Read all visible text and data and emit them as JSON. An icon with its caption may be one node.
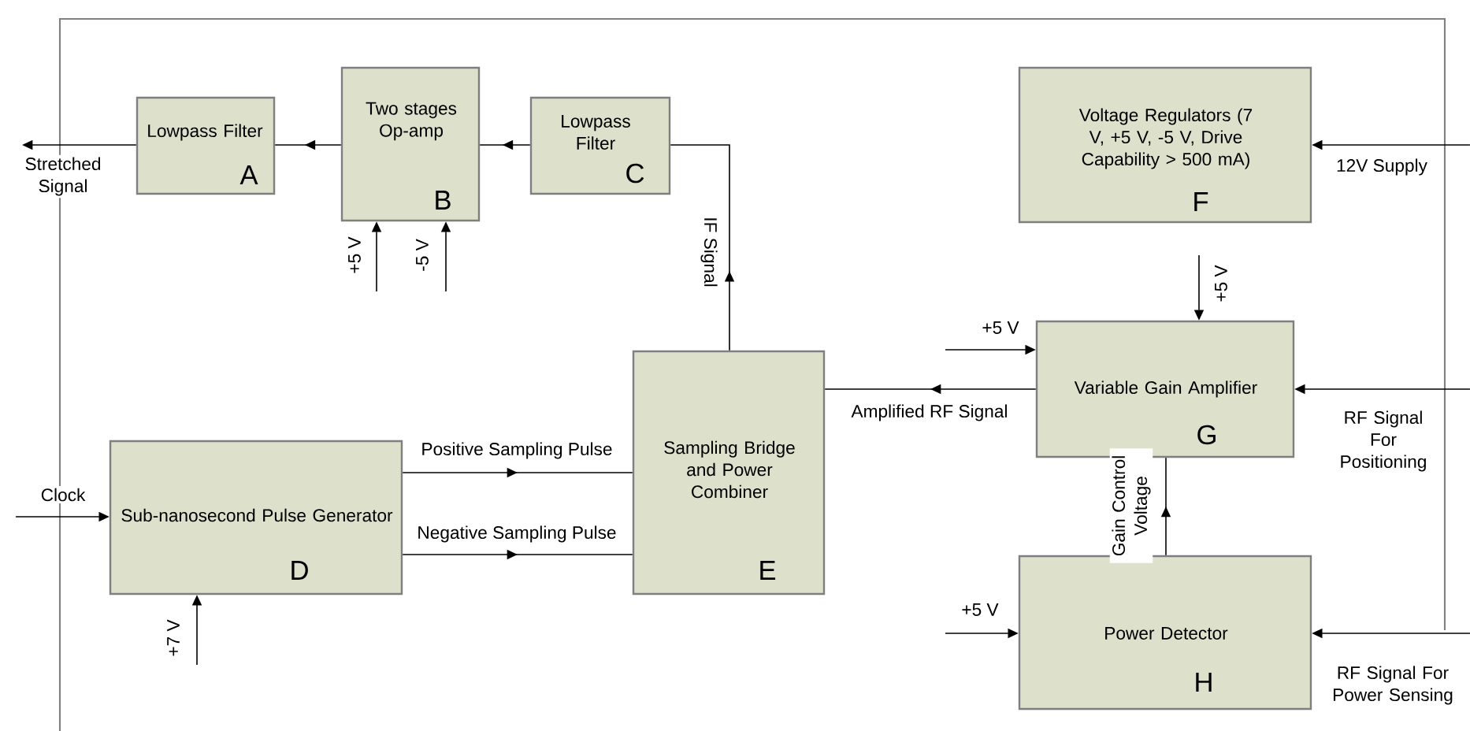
{
  "diagram": {
    "nodes": [
      {
        "text": [
          "Lowpass Filter",
          "A"
        ]
      },
      {
        "text": [
          "Two stages Op-amp",
          "B"
        ]
      },
      {
        "text": [
          "Lowpass Filter",
          "C"
        ]
      },
      {
        "text": [
          "Sub-nanosecond Pulse Generator",
          "D"
        ]
      },
      {
        "text": [
          "Sampling Bridge and Power Combiner",
          "E"
        ]
      },
      {
        "text": [
          "Voltage Regulators (7 V, +5 V, -5 V, Drive Capability > 500 mA)",
          "F"
        ]
      },
      {
        "text": [
          "Variable Gain Amplifier",
          "G"
        ]
      },
      {
        "text": [
          "Power Detector",
          "H"
        ]
      }
    ],
    "edges": [
      {
        "from": 0,
        "to": null,
        "arrow": "to",
        "label": "Stretched Signal"
      },
      {
        "from": 1,
        "to": 0,
        "arrow": "to"
      },
      {
        "from": 2,
        "to": 1,
        "arrow": "to"
      },
      {
        "from": 4,
        "to": 2,
        "arrow": "to",
        "label": "IF Signal"
      },
      {
        "from": null,
        "to": 1,
        "arrow": "to",
        "label": "+5 V"
      },
      {
        "from": null,
        "to": 1,
        "arrow": "to",
        "label": "-5 V"
      },
      {
        "from": null,
        "to": 3,
        "arrow": "to",
        "label": "Clock"
      },
      {
        "from": null,
        "to": 3,
        "arrow": "to",
        "label": "+7 V"
      },
      {
        "from": 3,
        "to": 4,
        "arrow": "to",
        "label": "Positive Sampling Pulse"
      },
      {
        "from": 3,
        "to": 4,
        "arrow": "to",
        "label": "Negative Sampling Pulse"
      },
      {
        "from": 6,
        "to": 4,
        "arrow": "to",
        "label": "Amplified RF Signal"
      },
      {
        "from": null,
        "to": 6,
        "arrow": "to",
        "label": "+5 V"
      },
      {
        "from": null,
        "to": 6,
        "arrow": "to",
        "label": "+5 V"
      },
      {
        "from": null,
        "to": 6,
        "arrow": "to",
        "label": "RF Signal For Positioning"
      },
      {
        "from": 7,
        "to": 6,
        "arrow": "to",
        "label": "Gain Control Voltage"
      },
      {
        "from": null,
        "to": 7,
        "arrow": "to",
        "label": "+5 V"
      },
      {
        "from": null,
        "to": 7,
        "arrow": "to",
        "label": "RF Signal For Power Sensing"
      },
      {
        "from": null,
        "to": 5,
        "arrow": "to",
        "label": "12V Supply"
      }
    ]
  }
}
